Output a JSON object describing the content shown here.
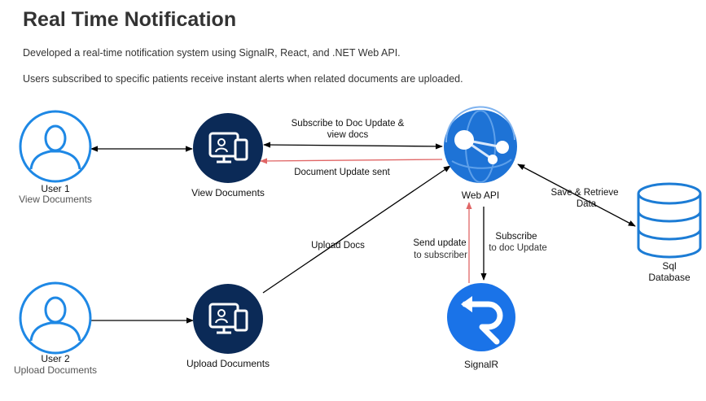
{
  "header": {
    "title": "Real Time Notification",
    "line1": "Developed a real-time notification system using SignalR, React, and .NET Web API.",
    "line2": "Users subscribed to specific patients receive instant alerts when related documents are uploaded."
  },
  "nodes": {
    "user1": {
      "name": "User 1",
      "role": "View Documents"
    },
    "user2": {
      "name": "User 2",
      "role": "Upload Documents"
    },
    "view_docs": {
      "label": "View Documents"
    },
    "upload_docs": {
      "label": "Upload Documents"
    },
    "web_api": {
      "label": "Web API"
    },
    "signalr": {
      "label": "SignalR"
    },
    "sql": {
      "line1": "Sql",
      "line2": "Database"
    }
  },
  "edges": {
    "subscribe_line1": "Subscribe to Doc Update &",
    "subscribe_line2": "view docs",
    "doc_update_sent": "Document Update sent",
    "upload_docs": "Upload Docs",
    "send_update_line1": "Send update",
    "send_update_line2": "to subscriber",
    "subscribe_doc_line1": "Subscribe",
    "subscribe_doc_line2": "to doc Update",
    "save_retrieve_line1": "Save & Retrieve",
    "save_retrieve_line2": "Data"
  },
  "colors": {
    "user_blue": "#1e88e5",
    "app_navy": "#0b2a57",
    "api_blue": "#1e73d6",
    "signalr_blue": "#1a73e8",
    "arrow_black": "#000000",
    "arrow_red": "#e06666",
    "db_blue": "#1c7cd5"
  }
}
